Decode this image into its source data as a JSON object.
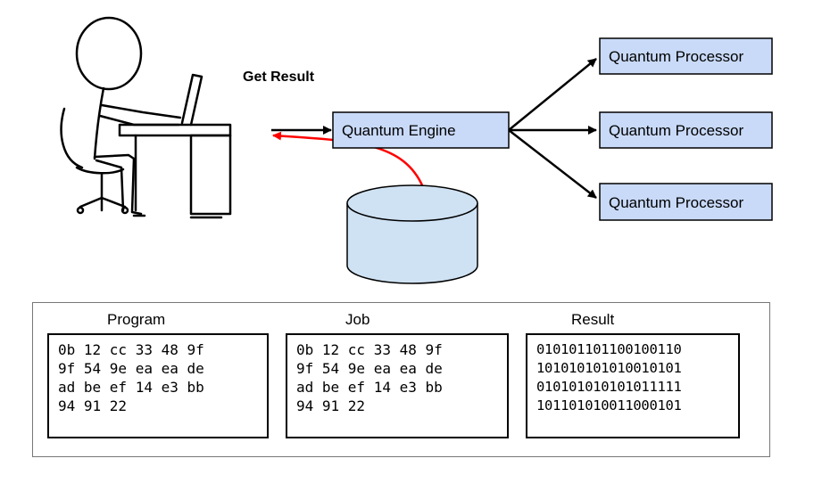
{
  "labels": {
    "get_result": "Get Result",
    "engine": "Quantum Engine",
    "processors": [
      "Quantum Processor",
      "Quantum Processor",
      "Quantum Processor"
    ]
  },
  "colors": {
    "box_fill": "#c9daf8",
    "box_stroke": "#000000",
    "db_fill": "#cfe2f3",
    "return_arrow": "#ff0000"
  },
  "panel": {
    "program": {
      "title": "Program",
      "lines": [
        "0b 12 cc 33 48 9f",
        "9f 54 9e ea ea de",
        "ad be ef 14 e3 bb",
        "94 91 22"
      ]
    },
    "job": {
      "title": "Job",
      "lines": [
        "0b 12 cc 33 48 9f",
        "9f 54 9e ea ea de",
        "ad be ef 14 e3 bb",
        "94 91 22"
      ]
    },
    "result": {
      "title": "Result",
      "lines": [
        "010101101100100110",
        "101010101010010101",
        "010101010101011111",
        "101101010011000101"
      ]
    }
  }
}
